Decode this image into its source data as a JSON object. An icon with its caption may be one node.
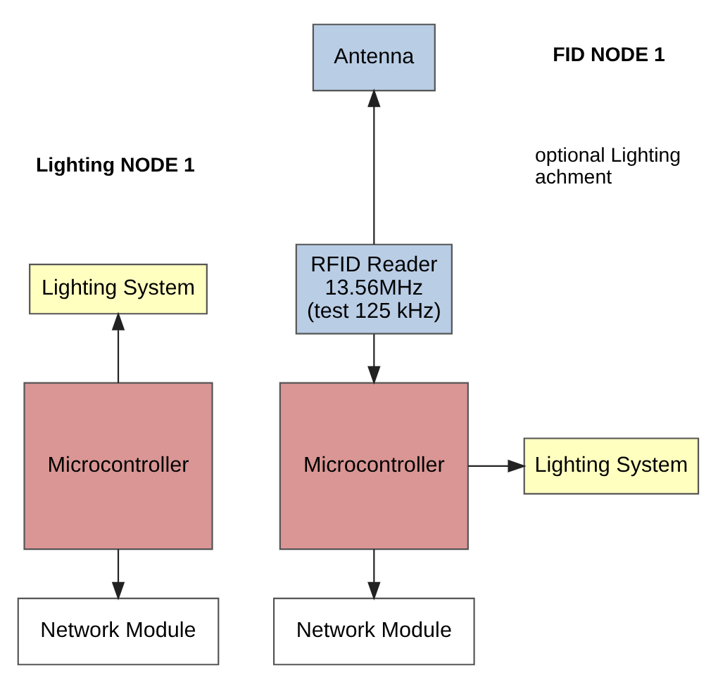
{
  "diagram": {
    "nodes": [
      {
        "text": [
          "Antenna"
        ]
      },
      {
        "text": [
          "RFID Reader 13.56MHz (test 125 kHz)"
        ]
      },
      {
        "text": [
          "Microcontroller"
        ]
      },
      {
        "text": [
          "Lighting System"
        ]
      },
      {
        "text": [
          "Network Module"
        ]
      },
      {
        "text": [
          "Lighting System"
        ]
      },
      {
        "text": [
          "Microcontroller"
        ]
      },
      {
        "text": [
          "Network Module"
        ]
      }
    ],
    "edges": [
      {
        "from": 1,
        "to": 0,
        "arrow": "to"
      },
      {
        "from": 1,
        "to": 2,
        "arrow": "to"
      },
      {
        "from": 2,
        "to": 3,
        "arrow": "to"
      },
      {
        "from": 2,
        "to": 4,
        "arrow": "to"
      },
      {
        "from": 6,
        "to": 5,
        "arrow": "to"
      },
      {
        "from": 6,
        "to": 7,
        "arrow": "to"
      }
    ],
    "labels": [
      "FID NODE 1",
      "optional Lighting achment",
      "Lighting NODE 1"
    ]
  }
}
